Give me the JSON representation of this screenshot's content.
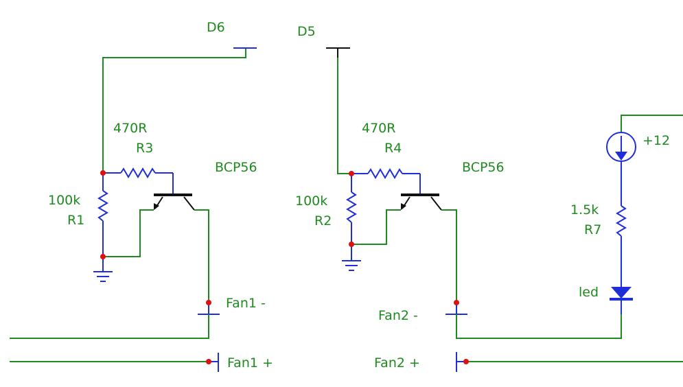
{
  "nets": {
    "d6": "D6",
    "d5": "D5",
    "fan1_minus": "Fan1 -",
    "fan1_plus": "Fan1 +",
    "fan2_minus": "Fan2 -",
    "fan2_plus": "Fan2 +"
  },
  "components": {
    "r3": {
      "value": "470R",
      "ref": "R3"
    },
    "r1": {
      "value": "100k",
      "ref": "R1"
    },
    "q1": {
      "part": "BCP56"
    },
    "r4": {
      "value": "470R",
      "ref": "R4"
    },
    "r2": {
      "value": "100k",
      "ref": "R2"
    },
    "q2": {
      "part": "BCP56"
    },
    "supply": {
      "label": "+12"
    },
    "r7": {
      "value": "1.5k",
      "ref": "R7"
    },
    "led": {
      "ref": "led"
    }
  },
  "colors": {
    "wire": "#1f8a1f",
    "component": "#1e2ed8",
    "node": "#e01010",
    "label": "#1f8a1f"
  }
}
